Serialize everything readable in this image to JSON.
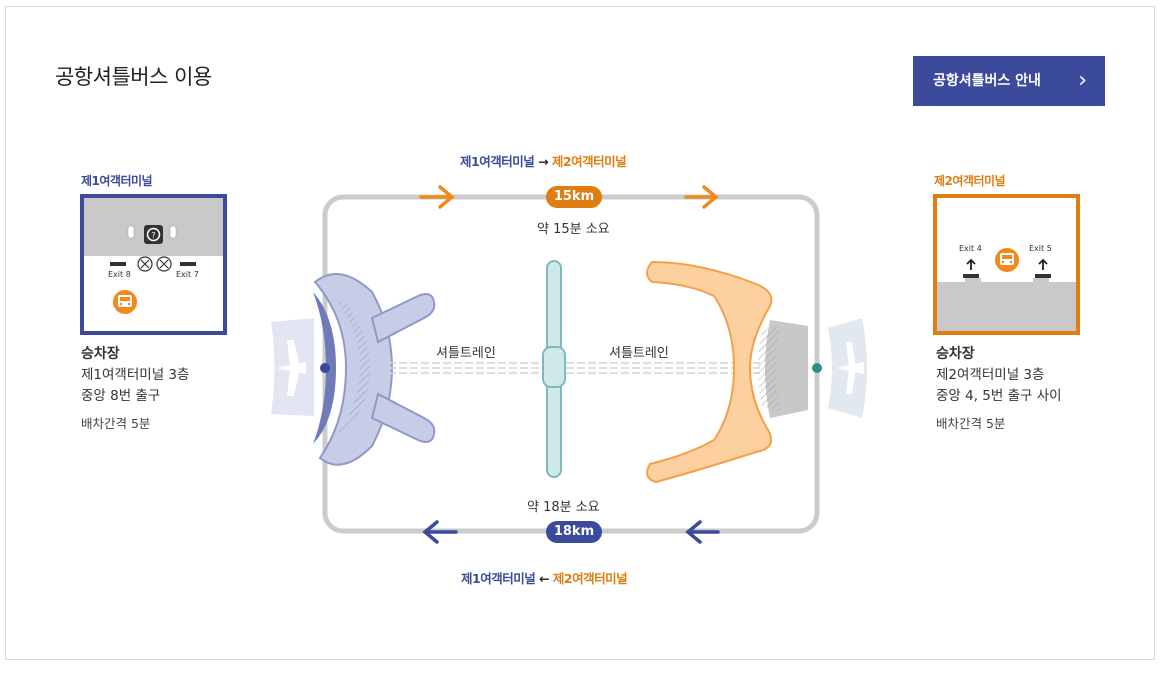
{
  "page": {
    "title": "공항셔틀버스 이용",
    "guide_button": "공항셔틀버스 안내",
    "guide_chevron": "›"
  },
  "terminal1": {
    "label": "제1여객터미널",
    "exit_left": "Exit 8",
    "exit_right": "Exit 7",
    "info_head": "승차장",
    "info_line1": "제1여객터미널 3층",
    "info_line2": "중앙 8번 출구",
    "interval": "배차간격 5분"
  },
  "terminal2": {
    "label": "제2여객터미널",
    "exit_left": "Exit 4",
    "exit_right": "Exit 5",
    "info_head": "승차장",
    "info_line1": "제2여객터미널 3층",
    "info_line2": "중앙 4, 5번 출구 사이",
    "interval": "배차간격 5분"
  },
  "route_top": {
    "from": "제1여객터미널",
    "arrow": "→",
    "to": "제2여객터미널",
    "distance": "15km",
    "duration": "약 15분 소요"
  },
  "route_bottom": {
    "from": "제1여객터미널",
    "arrow": "←",
    "to": "제2여객터미널",
    "distance": "18km",
    "duration": "약 18분 소요"
  },
  "shuttle_train": {
    "left_label": "셔틀트레인",
    "right_label": "셔틀트레인"
  },
  "colors": {
    "t1_blue": "#3c4a9b",
    "t2_orange": "#e07d10",
    "track_gray": "#cccccc",
    "train_teal": "#7fb8bd",
    "t1_building": "#c7cde6",
    "t2_building": "#fdd0a0"
  }
}
